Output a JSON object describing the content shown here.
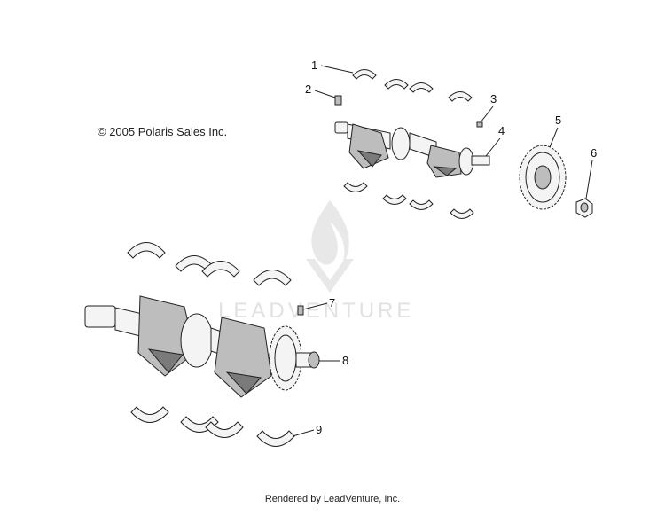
{
  "copyright": "© 2005 Polaris Sales Inc.",
  "footer": "Rendered by LeadVenture, Inc.",
  "watermark": {
    "text": "LEADVENTURE",
    "color": "#dcdcdc"
  },
  "callouts": [
    "1",
    "2",
    "3",
    "4",
    "5",
    "6",
    "7",
    "8",
    "9"
  ]
}
